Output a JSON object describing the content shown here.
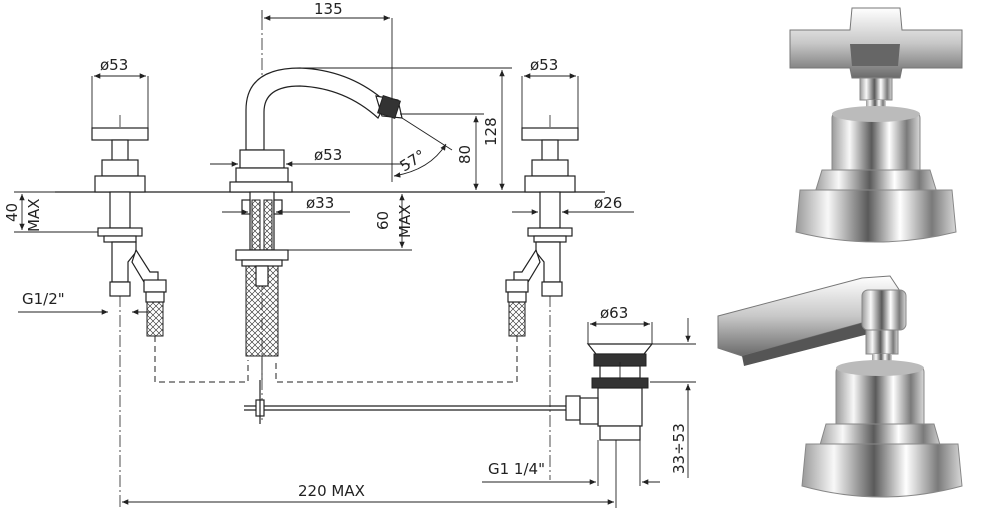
{
  "dimensions": {
    "spout_width": "135",
    "left_handle_diameter": "ø53",
    "right_handle_diameter": "ø53",
    "spout_base_diameter": "ø53",
    "spout_shank_diameter": "ø33",
    "right_shank_diameter": "ø26",
    "spout_height_total": "128",
    "spout_height_outlet": "80",
    "spout_angle": "57°",
    "left_shank_length": "40",
    "left_shank_length_max": "MAX",
    "spout_shank_length": "60",
    "spout_shank_length_max": "MAX",
    "inlet_thread_left": "G1/2\"",
    "waste_diameter": "ø63",
    "waste_thread": "G1  1/4\"",
    "waste_height": "33÷53",
    "overall_span": "220  MAX"
  },
  "colors": {
    "line": "#222222",
    "chrome_light": "#f4f4f4",
    "chrome_dark": "#3a3a3a"
  },
  "photos": [
    {
      "name": "cross-handle-valve-photo"
    },
    {
      "name": "lever-handle-valve-photo"
    }
  ]
}
